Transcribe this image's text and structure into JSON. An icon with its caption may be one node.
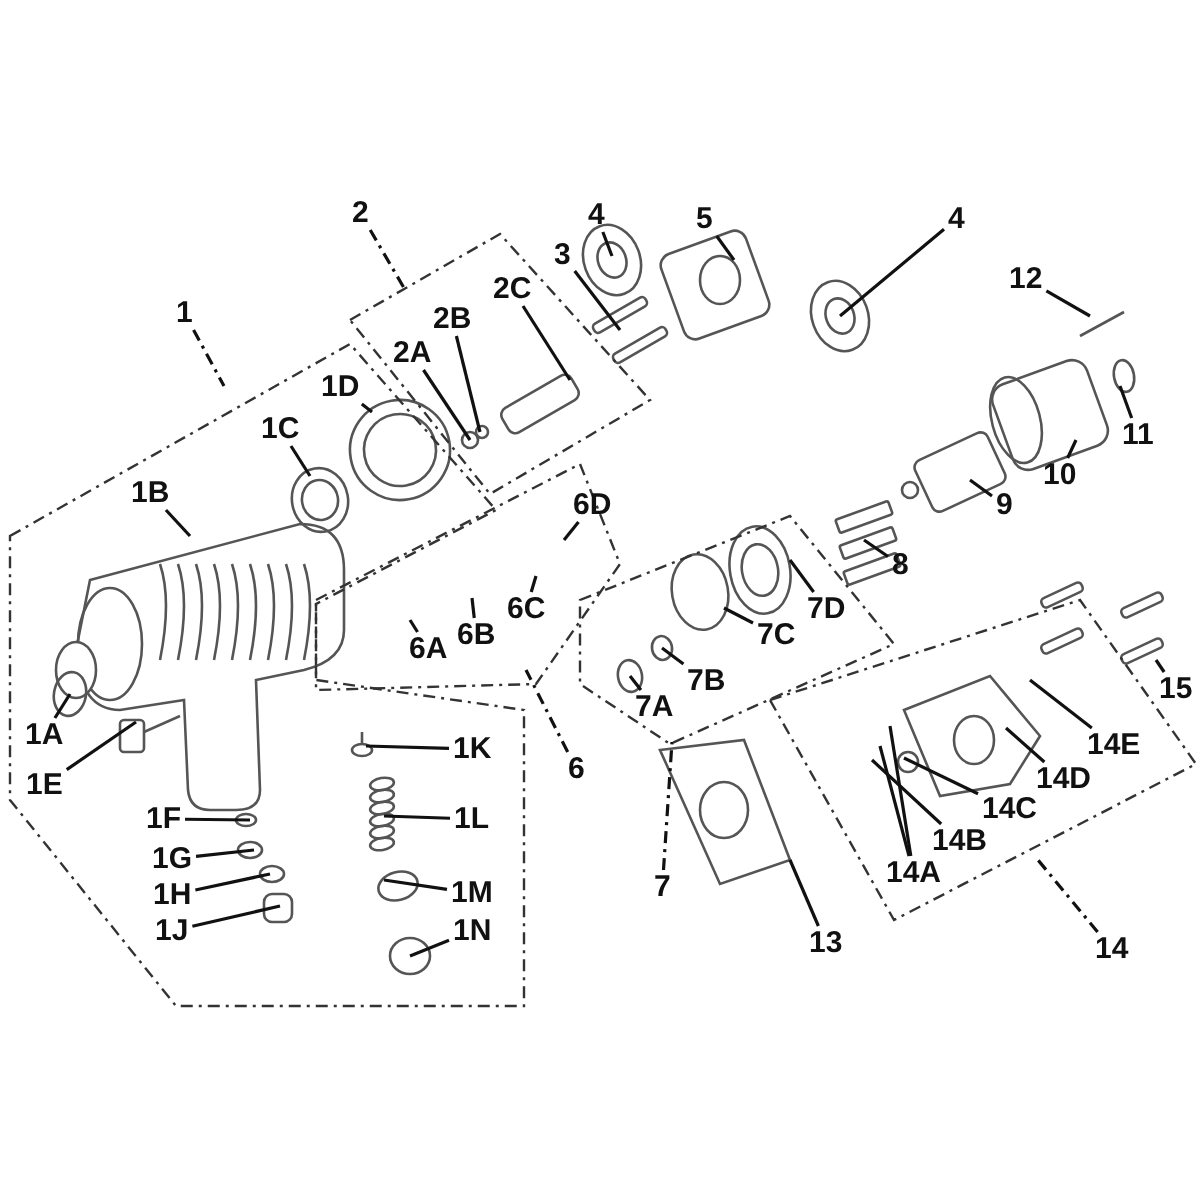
{
  "diagram": {
    "nodes": [
      {
        "text": [
          "1"
        ]
      },
      {
        "text": [],
        "shape": "box"
      },
      {
        "text": [
          "1A"
        ],
        "in": 1
      },
      {
        "text": [
          "1B"
        ],
        "in": 1
      },
      {
        "text": [
          "1C"
        ],
        "in": 1
      },
      {
        "text": [
          "1D"
        ],
        "in": 1
      },
      {
        "text": [
          "1E"
        ],
        "in": 1
      },
      {
        "text": [
          "1F"
        ],
        "in": 1
      },
      {
        "text": [
          "1G"
        ],
        "in": 1
      },
      {
        "text": [
          "1H"
        ],
        "in": 1
      },
      {
        "text": [
          "1J"
        ],
        "in": 1
      },
      {
        "text": [
          "1K"
        ],
        "in": 1
      },
      {
        "text": [
          "1L"
        ],
        "in": 1
      },
      {
        "text": [
          "1M"
        ],
        "in": 1
      },
      {
        "text": [
          "1N"
        ],
        "in": 1
      },
      {
        "text": [
          "2"
        ]
      },
      {
        "text": [],
        "shape": "box"
      },
      {
        "text": [
          "2A"
        ],
        "in": 16
      },
      {
        "text": [
          "2B"
        ],
        "in": 16
      },
      {
        "text": [
          "2C"
        ],
        "in": 16
      },
      {
        "text": [
          "3"
        ]
      },
      {
        "text": [
          "4"
        ]
      },
      {
        "text": [
          "5"
        ]
      },
      {
        "text": [
          "4"
        ]
      },
      {
        "text": [
          "6"
        ]
      },
      {
        "text": [],
        "shape": "box"
      },
      {
        "text": [
          "6A"
        ],
        "in": 25
      },
      {
        "text": [
          "6B"
        ],
        "in": 25
      },
      {
        "text": [
          "6C"
        ],
        "in": 25
      },
      {
        "text": [
          "6D"
        ],
        "in": 25
      },
      {
        "text": [
          "7"
        ]
      },
      {
        "text": [],
        "shape": "box"
      },
      {
        "text": [
          "7A"
        ],
        "in": 31
      },
      {
        "text": [
          "7B"
        ],
        "in": 31
      },
      {
        "text": [
          "7C"
        ],
        "in": 31
      },
      {
        "text": [
          "7D"
        ],
        "in": 31
      },
      {
        "text": [
          "8"
        ]
      },
      {
        "text": [
          "9"
        ]
      },
      {
        "text": [
          "10"
        ]
      },
      {
        "text": [
          "11"
        ]
      },
      {
        "text": [
          "12"
        ]
      },
      {
        "text": [
          "13"
        ]
      },
      {
        "text": [
          "14"
        ]
      },
      {
        "text": [],
        "shape": "box"
      },
      {
        "text": [
          "14A"
        ],
        "in": 43
      },
      {
        "text": [
          "14B"
        ],
        "in": 43
      },
      {
        "text": [
          "14C"
        ],
        "in": 43
      },
      {
        "text": [
          "14D"
        ],
        "in": 43
      },
      {
        "text": [
          "14E"
        ],
        "in": 43
      },
      {
        "text": [
          "15"
        ]
      }
    ],
    "edges": [
      {
        "from": 0,
        "to": 1,
        "arrow": "none",
        "style": "dashed"
      },
      {
        "from": 2,
        "to": null,
        "arrow": "none"
      },
      {
        "from": 3,
        "to": null,
        "arrow": "none"
      },
      {
        "from": 4,
        "to": null,
        "arrow": "none"
      },
      {
        "from": 5,
        "to": null,
        "arrow": "none"
      },
      {
        "from": 6,
        "to": null,
        "arrow": "none"
      },
      {
        "from": 7,
        "to": null,
        "arrow": "none"
      },
      {
        "from": 8,
        "to": null,
        "arrow": "none"
      },
      {
        "from": 9,
        "to": null,
        "arrow": "none"
      },
      {
        "from": 10,
        "to": null,
        "arrow": "none"
      },
      {
        "from": 11,
        "to": null,
        "arrow": "none"
      },
      {
        "from": 12,
        "to": null,
        "arrow": "none"
      },
      {
        "from": 13,
        "to": null,
        "arrow": "none"
      },
      {
        "from": 14,
        "to": null,
        "arrow": "none"
      },
      {
        "from": 15,
        "to": 16,
        "arrow": "none",
        "style": "dashed"
      },
      {
        "from": 17,
        "to": null,
        "arrow": "none"
      },
      {
        "from": 18,
        "to": null,
        "arrow": "none"
      },
      {
        "from": 19,
        "to": null,
        "arrow": "none"
      },
      {
        "from": 20,
        "to": null,
        "arrow": "none"
      },
      {
        "from": 21,
        "to": null,
        "arrow": "none"
      },
      {
        "from": 22,
        "to": null,
        "arrow": "none"
      },
      {
        "from": 23,
        "to": null,
        "arrow": "none"
      },
      {
        "from": 24,
        "to": 25,
        "arrow": "none",
        "style": "dashed"
      },
      {
        "from": 26,
        "to": null,
        "arrow": "none"
      },
      {
        "from": 27,
        "to": null,
        "arrow": "none"
      },
      {
        "from": 28,
        "to": null,
        "arrow": "none"
      },
      {
        "from": 29,
        "to": null,
        "arrow": "none"
      },
      {
        "from": 30,
        "to": 31,
        "arrow": "none",
        "style": "dashed"
      },
      {
        "from": 32,
        "to": null,
        "arrow": "none"
      },
      {
        "from": 33,
        "to": null,
        "arrow": "none"
      },
      {
        "from": 34,
        "to": null,
        "arrow": "none"
      },
      {
        "from": 35,
        "to": null,
        "arrow": "none"
      },
      {
        "from": 36,
        "to": null,
        "arrow": "none"
      },
      {
        "from": 37,
        "to": null,
        "arrow": "none"
      },
      {
        "from": 38,
        "to": null,
        "arrow": "none"
      },
      {
        "from": 39,
        "to": null,
        "arrow": "none"
      },
      {
        "from": 40,
        "to": null,
        "arrow": "none"
      },
      {
        "from": 41,
        "to": null,
        "arrow": "none"
      },
      {
        "from": 42,
        "to": 43,
        "arrow": "none",
        "style": "dashed"
      },
      {
        "from": 44,
        "to": null,
        "arrow": "none"
      },
      {
        "from": 44,
        "to": null,
        "arrow": "none"
      },
      {
        "from": 45,
        "to": null,
        "arrow": "none"
      },
      {
        "from": 46,
        "to": null,
        "arrow": "none"
      },
      {
        "from": 47,
        "to": null,
        "arrow": "none"
      },
      {
        "from": 48,
        "to": null,
        "arrow": "none"
      },
      {
        "from": 49,
        "to": null,
        "arrow": "none"
      }
    ]
  }
}
